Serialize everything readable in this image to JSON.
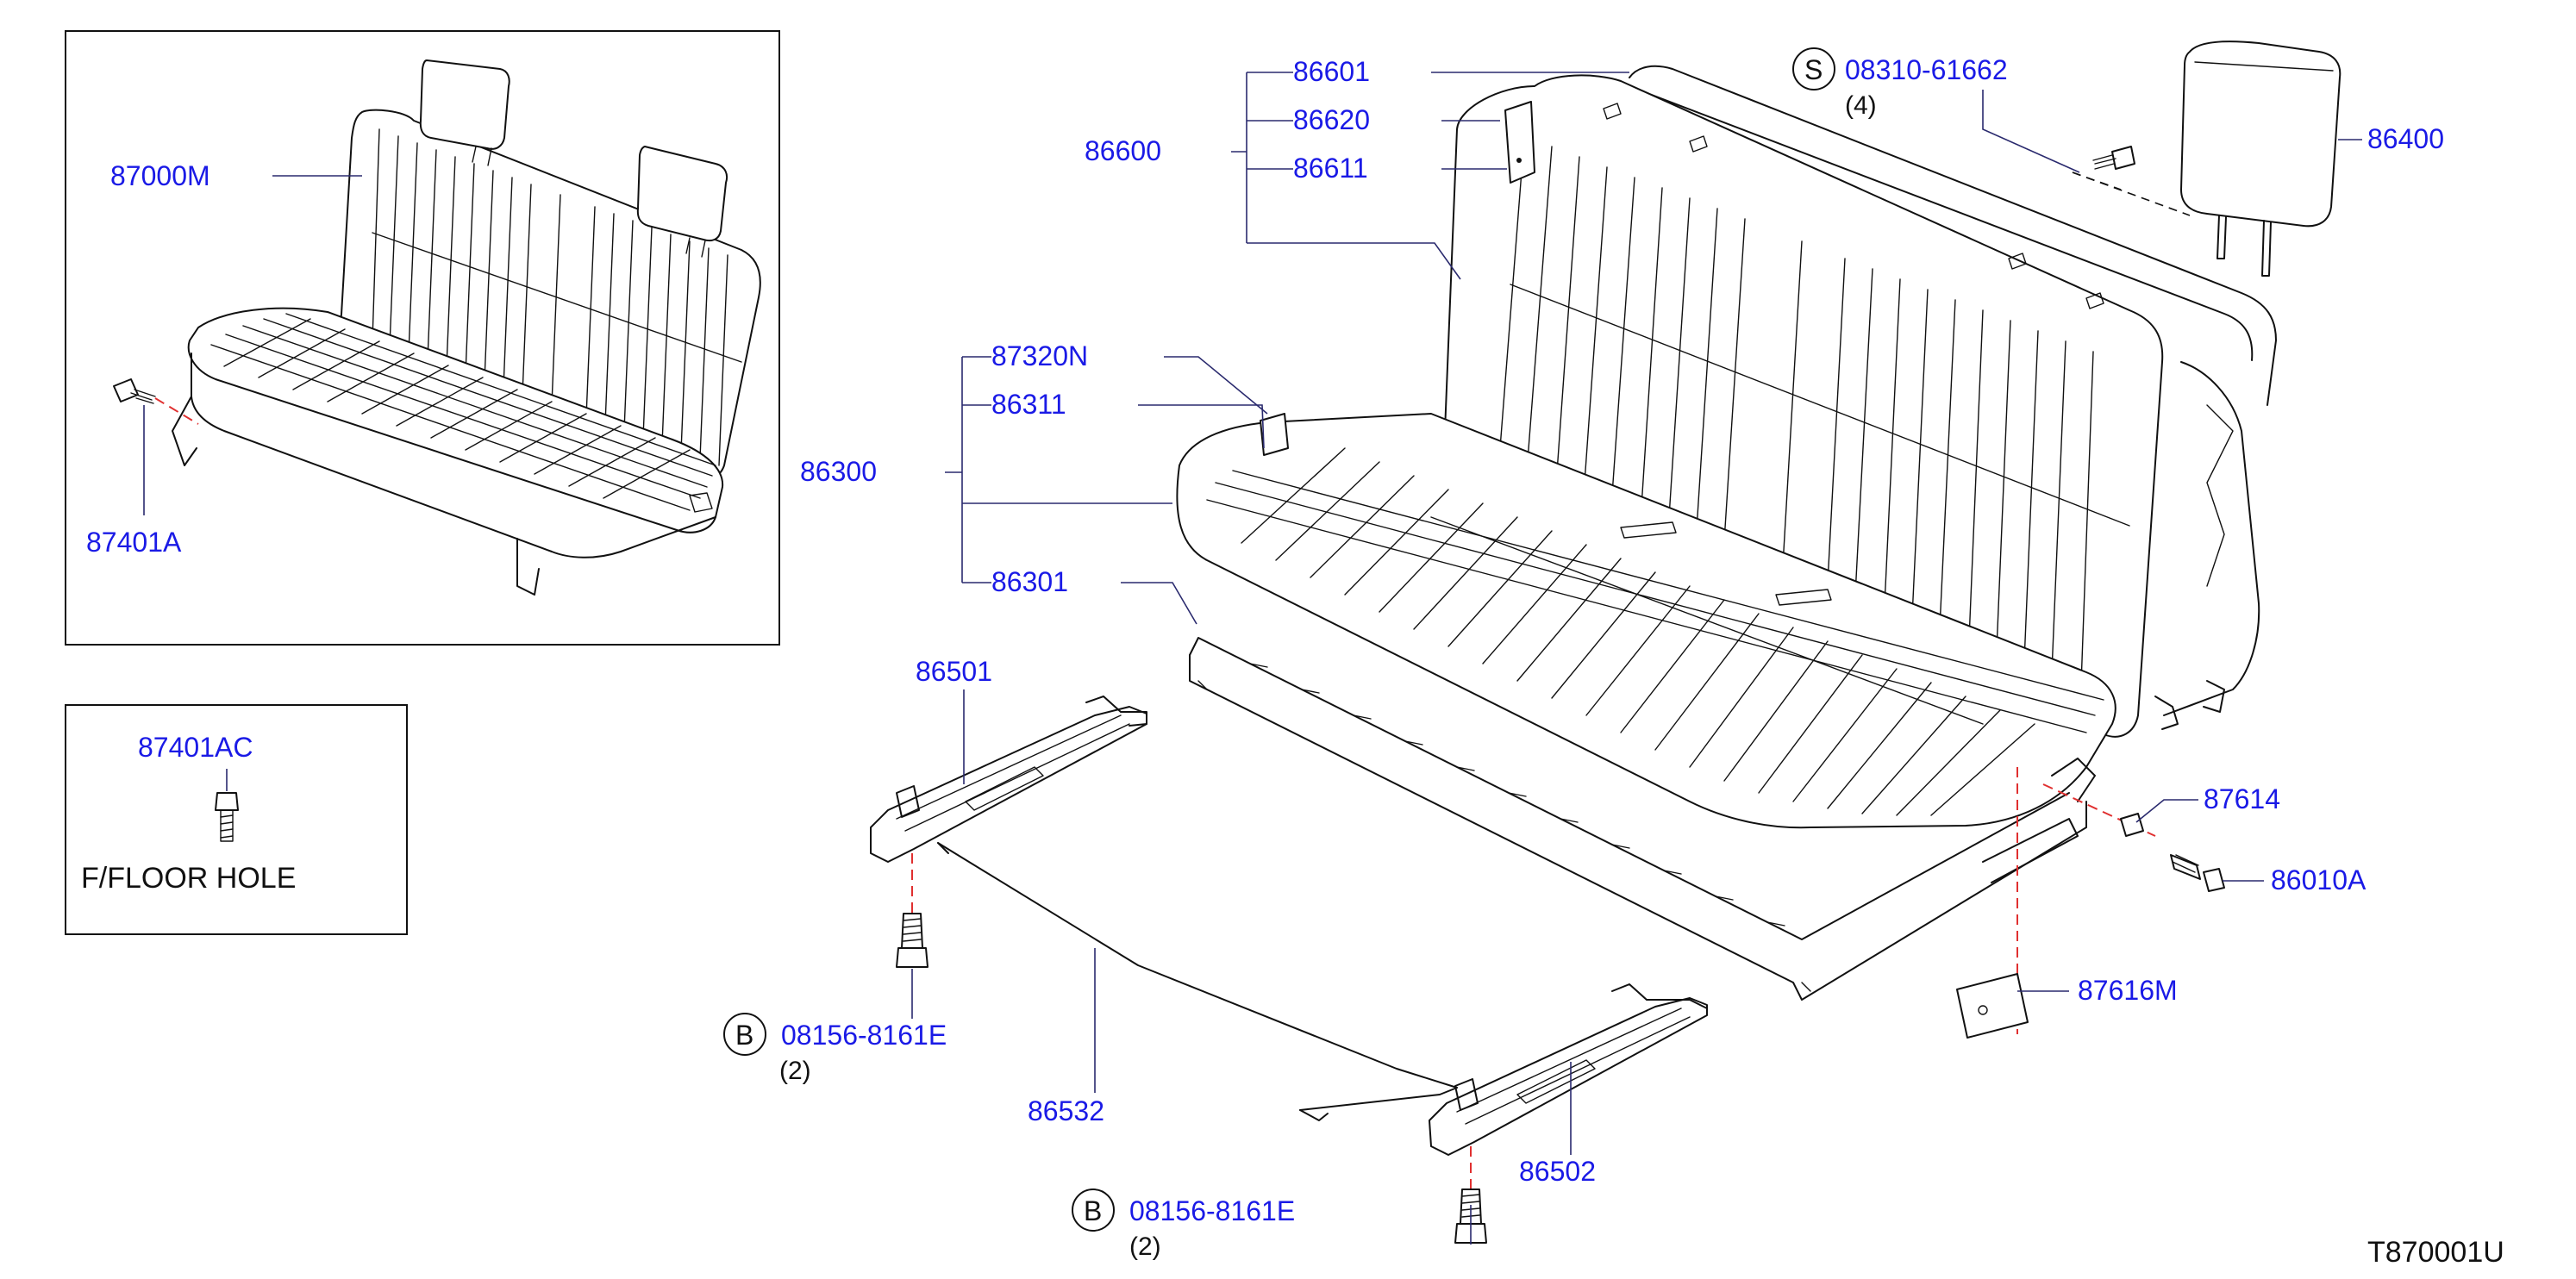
{
  "inset_assembly": {
    "label_assembly": "87000M",
    "label_bolt": "87401A"
  },
  "inset_bolt": {
    "label": "87401AC",
    "note": "F/FLOOR   HOLE"
  },
  "callouts": {
    "headrest": "86400",
    "back_group": "86600",
    "back_frame": "86601",
    "back_trim": "86620",
    "back_pad": "86611",
    "screw_symbol": "S",
    "screw_part": "08310-61662",
    "screw_qty": "(4)",
    "cushion_group": "86300",
    "cushion_tag": "87320N",
    "cushion_trim": "86311",
    "cushion_frame": "86301",
    "adjuster_left": "86501",
    "adjuster_right": "86502",
    "adjuster_rod": "86532",
    "bolt_symbol": "B",
    "bolt_part_left": "08156-8161E",
    "bolt_qty_left": "(2)",
    "bolt_part_right": "08156-8161E",
    "bolt_qty_right": "(2)",
    "washer": "87614",
    "bolt_side": "86010A",
    "bracket": "87616M"
  },
  "diagram_code": "T870001U",
  "colors": {
    "label": "#1a1ae6",
    "ink": "#111111",
    "leader": "#2a2a6e",
    "hidden_line": "#e03030"
  }
}
